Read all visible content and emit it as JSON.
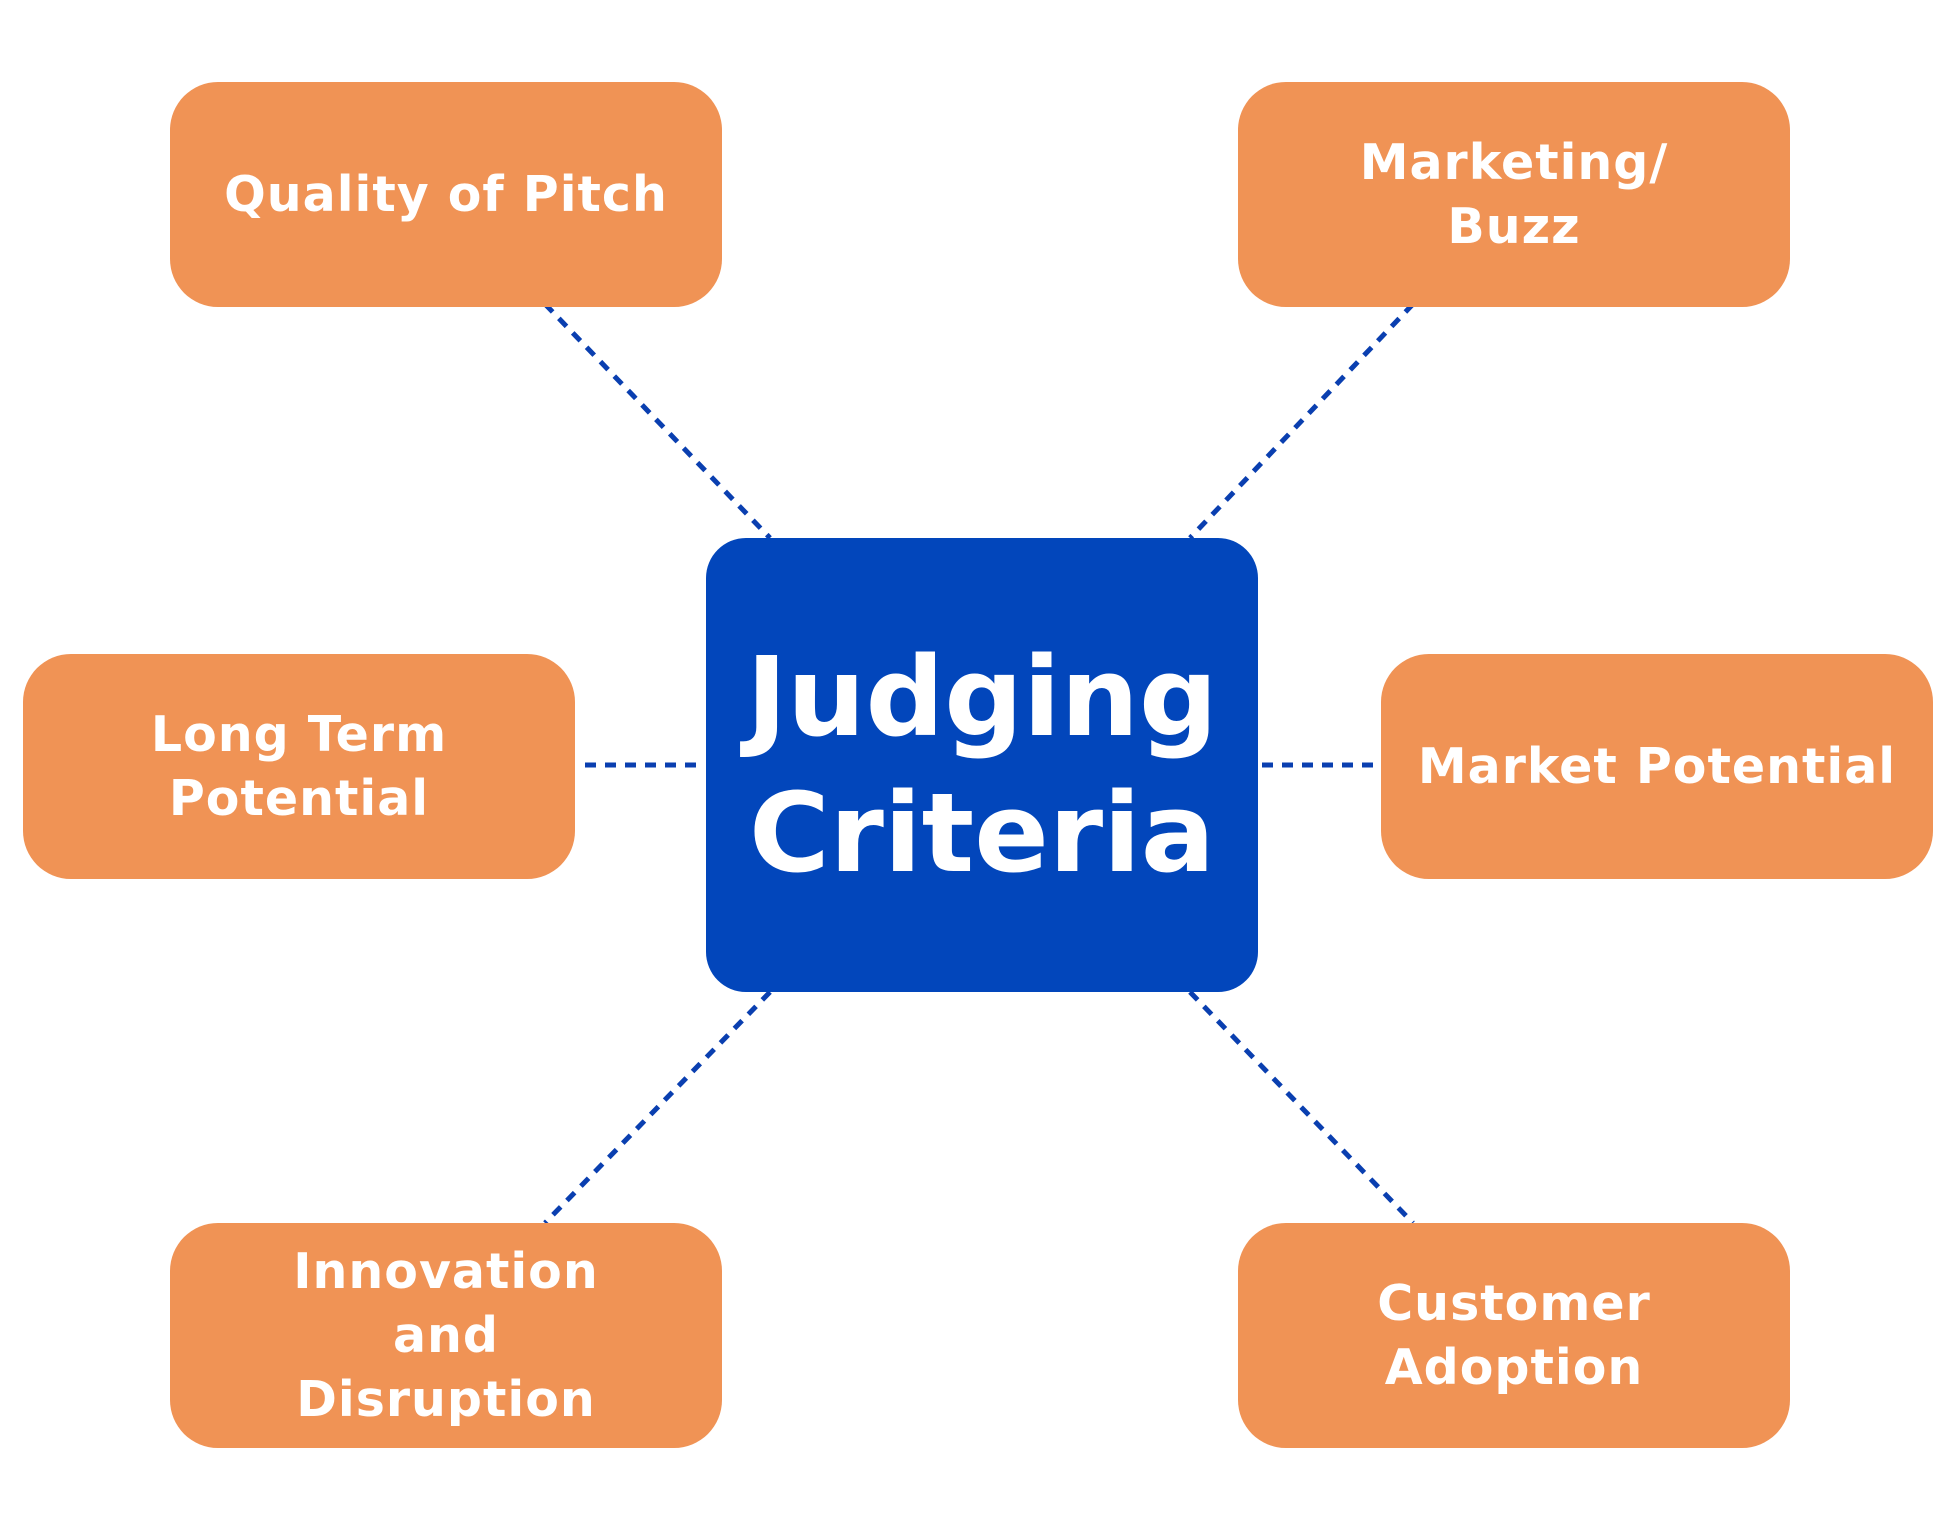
{
  "center": {
    "label": "Judging\nCriteria",
    "color": "#0246bb"
  },
  "criteria": [
    {
      "label": "Quality of Pitch"
    },
    {
      "label": "Marketing/\nBuzz"
    },
    {
      "label": "Long Term\nPotential"
    },
    {
      "label": "Market Potential"
    },
    {
      "label": "Innovation\nand\nDisruption"
    },
    {
      "label": "Customer\nAdoption"
    }
  ],
  "colors": {
    "criterion_fill": "#f09355",
    "connector": "#0a3fb0",
    "text": "#ffffff"
  }
}
